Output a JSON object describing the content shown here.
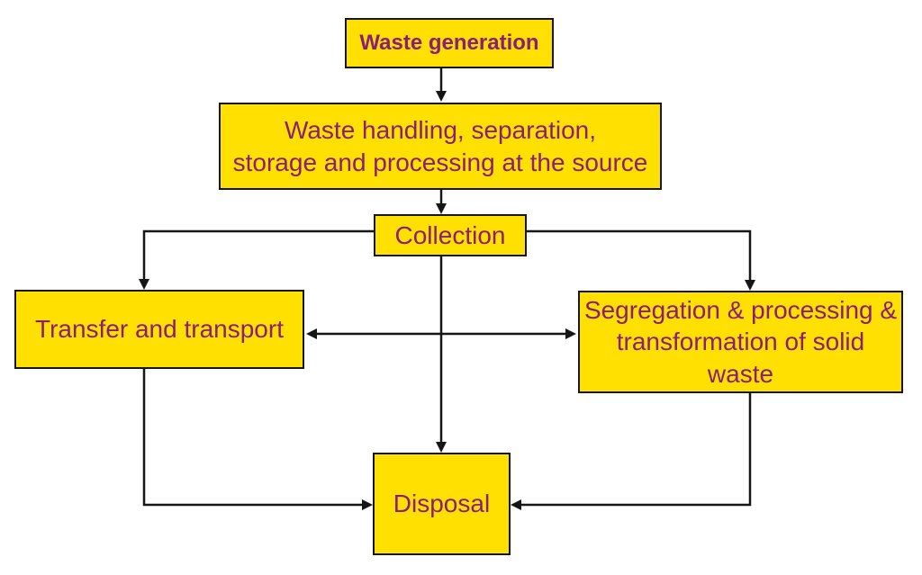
{
  "colors": {
    "box_fill": "#FFE000",
    "box_border": "#161616",
    "text": "#8A1E78",
    "arrow": "#161616",
    "background": "#FFFFFF"
  },
  "nodes": {
    "waste_generation": {
      "label": "Waste generation"
    },
    "handling": {
      "label": "Waste handling, separation,\nstorage and processing at the source"
    },
    "collection": {
      "label": "Collection"
    },
    "transfer": {
      "label": "Transfer and transport"
    },
    "segregation": {
      "label": "Segregation & processing &\ntransformation of solid\nwaste"
    },
    "disposal": {
      "label": "Disposal"
    }
  },
  "edges": [
    {
      "from": "waste_generation",
      "to": "handling",
      "style": "arrow-down"
    },
    {
      "from": "handling",
      "to": "collection",
      "style": "arrow-down"
    },
    {
      "from": "collection",
      "to": "transfer",
      "style": "left-then-down-arrow"
    },
    {
      "from": "collection",
      "to": "segregation",
      "style": "right-then-down-arrow"
    },
    {
      "from": "collection",
      "to": "disposal",
      "style": "arrow-down"
    },
    {
      "from": "transfer",
      "to": "segregation",
      "style": "bidirectional-horizontal"
    },
    {
      "from": "transfer",
      "to": "disposal",
      "style": "down-then-right-arrow"
    },
    {
      "from": "segregation",
      "to": "disposal",
      "style": "down-then-left-arrow"
    }
  ]
}
